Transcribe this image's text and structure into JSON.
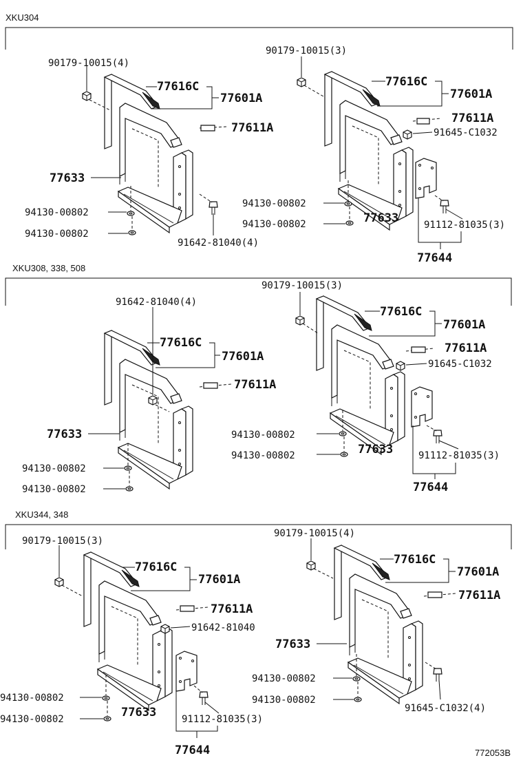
{
  "sections": [
    {
      "header": "XKU304",
      "left": {
        "nut_label": "90179-10015(4)",
        "frame_upper": "77616C",
        "frame_assy": "77601A",
        "bolt_small": "77611A",
        "tray": "77633",
        "washer_a": "94130-00802",
        "washer_b": "94130-00802",
        "bolt_bottom": "91642-81040(4)"
      },
      "right": {
        "nut_label": "90179-10015(3)",
        "frame_upper": "77616C",
        "frame_assy": "77601A",
        "bolt_small": "77611A",
        "bolt_side": "91645-C1032",
        "washer_a": "94130-00802",
        "washer_b": "94130-00802",
        "tray": "77633",
        "bracket_bolt": "91112-81035(3)",
        "bracket": "77644"
      }
    },
    {
      "header": "XKU308, 338, 508",
      "left": {
        "bolt_top": "91642-81040(4)",
        "frame_upper": "77616C",
        "frame_assy": "77601A",
        "bolt_small": "77611A",
        "tray": "77633",
        "washer_a": "94130-00802",
        "washer_b": "94130-00802"
      },
      "right": {
        "nut_label": "90179-10015(3)",
        "frame_upper": "77616C",
        "frame_assy": "77601A",
        "bolt_small": "77611A",
        "bolt_side": "91645-C1032",
        "washer_a": "94130-00802",
        "washer_b": "94130-00802",
        "tray": "77633",
        "bracket_bolt": "91112-81035(3)",
        "bracket": "77644"
      }
    },
    {
      "header": "XKU344, 348",
      "left": {
        "nut_label": "90179-10015(3)",
        "frame_upper": "77616C",
        "frame_assy": "77601A",
        "bolt_small": "77611A",
        "bolt_side": "91642-81040",
        "washer_a": "94130-00802",
        "washer_b": "94130-00802",
        "tray": "77633",
        "bracket_bolt": "91112-81035(3)",
        "bracket": "77644"
      },
      "right": {
        "nut_label": "90179-10015(4)",
        "frame_upper": "77616C",
        "frame_assy": "77601A",
        "bolt_small": "77611A",
        "tray": "77633",
        "washer_a": "94130-00802",
        "washer_b": "94130-00802",
        "bolt_bottom": "91645-C1032(4)"
      }
    }
  ],
  "figure_id": "772053B"
}
